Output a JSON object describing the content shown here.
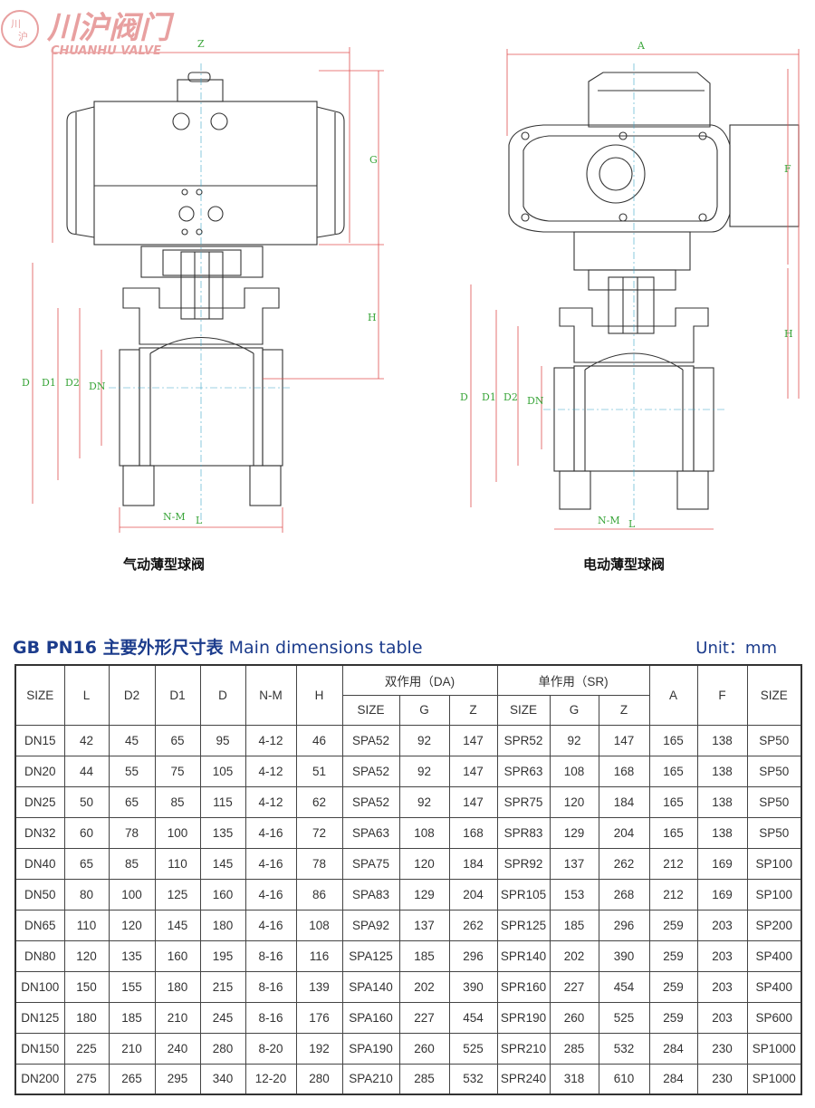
{
  "captions": {
    "left": "气动薄型球阀",
    "right": "电动薄型球阀"
  },
  "watermark": {
    "brand_cn": "川沪阀门",
    "brand_en": "CHUANHU VALVE",
    "logo_chars": [
      "川",
      "沪"
    ],
    "color": "#e8a0a0"
  },
  "dim_labels": {
    "left": {
      "z": "Z",
      "g": "G",
      "h": "H",
      "d": "D",
      "d1": "D1",
      "d2": "D2",
      "dn": "DN",
      "nm": "N-M",
      "l": "L"
    },
    "right": {
      "a": "A",
      "f": "F",
      "h": "H",
      "d": "D",
      "d1": "D1",
      "d2": "D2",
      "dn": "DN",
      "nm": "N-M",
      "l": "L"
    }
  },
  "header": {
    "title_bold": "GB PN16",
    "title_cn": " 主要外形尺寸表",
    "title_en": " Main dimensions table",
    "unit": "Unit：mm"
  },
  "table": {
    "columns": [
      "SIZE",
      "L",
      "D2",
      "D1",
      "D",
      "N-M",
      "H"
    ],
    "group_da": "双作用（DA)",
    "group_sr": "单作用（SR)",
    "sub_columns": [
      "SIZE",
      "G",
      "Z"
    ],
    "tail_columns": [
      "A",
      "F",
      "SIZE"
    ],
    "rows": [
      [
        "DN15",
        "42",
        "45",
        "65",
        "95",
        "4-12",
        "46",
        "SPA52",
        "92",
        "147",
        "SPR52",
        "92",
        "147",
        "165",
        "138",
        "SP50"
      ],
      [
        "DN20",
        "44",
        "55",
        "75",
        "105",
        "4-12",
        "51",
        "SPA52",
        "92",
        "147",
        "SPR63",
        "108",
        "168",
        "165",
        "138",
        "SP50"
      ],
      [
        "DN25",
        "50",
        "65",
        "85",
        "115",
        "4-12",
        "62",
        "SPA52",
        "92",
        "147",
        "SPR75",
        "120",
        "184",
        "165",
        "138",
        "SP50"
      ],
      [
        "DN32",
        "60",
        "78",
        "100",
        "135",
        "4-16",
        "72",
        "SPA63",
        "108",
        "168",
        "SPR83",
        "129",
        "204",
        "165",
        "138",
        "SP50"
      ],
      [
        "DN40",
        "65",
        "85",
        "110",
        "145",
        "4-16",
        "78",
        "SPA75",
        "120",
        "184",
        "SPR92",
        "137",
        "262",
        "212",
        "169",
        "SP100"
      ],
      [
        "DN50",
        "80",
        "100",
        "125",
        "160",
        "4-16",
        "86",
        "SPA83",
        "129",
        "204",
        "SPR105",
        "153",
        "268",
        "212",
        "169",
        "SP100"
      ],
      [
        "DN65",
        "110",
        "120",
        "145",
        "180",
        "4-16",
        "108",
        "SPA92",
        "137",
        "262",
        "SPR125",
        "185",
        "296",
        "259",
        "203",
        "SP200"
      ],
      [
        "DN80",
        "120",
        "135",
        "160",
        "195",
        "8-16",
        "116",
        "SPA125",
        "185",
        "296",
        "SPR140",
        "202",
        "390",
        "259",
        "203",
        "SP400"
      ],
      [
        "DN100",
        "150",
        "155",
        "180",
        "215",
        "8-16",
        "139",
        "SPA140",
        "202",
        "390",
        "SPR160",
        "227",
        "454",
        "259",
        "203",
        "SP400"
      ],
      [
        "DN125",
        "180",
        "185",
        "210",
        "245",
        "8-16",
        "176",
        "SPA160",
        "227",
        "454",
        "SPR190",
        "260",
        "525",
        "259",
        "203",
        "SP600"
      ],
      [
        "DN150",
        "225",
        "210",
        "240",
        "280",
        "8-20",
        "192",
        "SPA190",
        "260",
        "525",
        "SPR210",
        "285",
        "532",
        "284",
        "230",
        "SP1000"
      ],
      [
        "DN200",
        "275",
        "265",
        "295",
        "340",
        "12-20",
        "280",
        "SPA210",
        "285",
        "532",
        "SPR240",
        "318",
        "610",
        "284",
        "230",
        "SP1000"
      ]
    ]
  }
}
